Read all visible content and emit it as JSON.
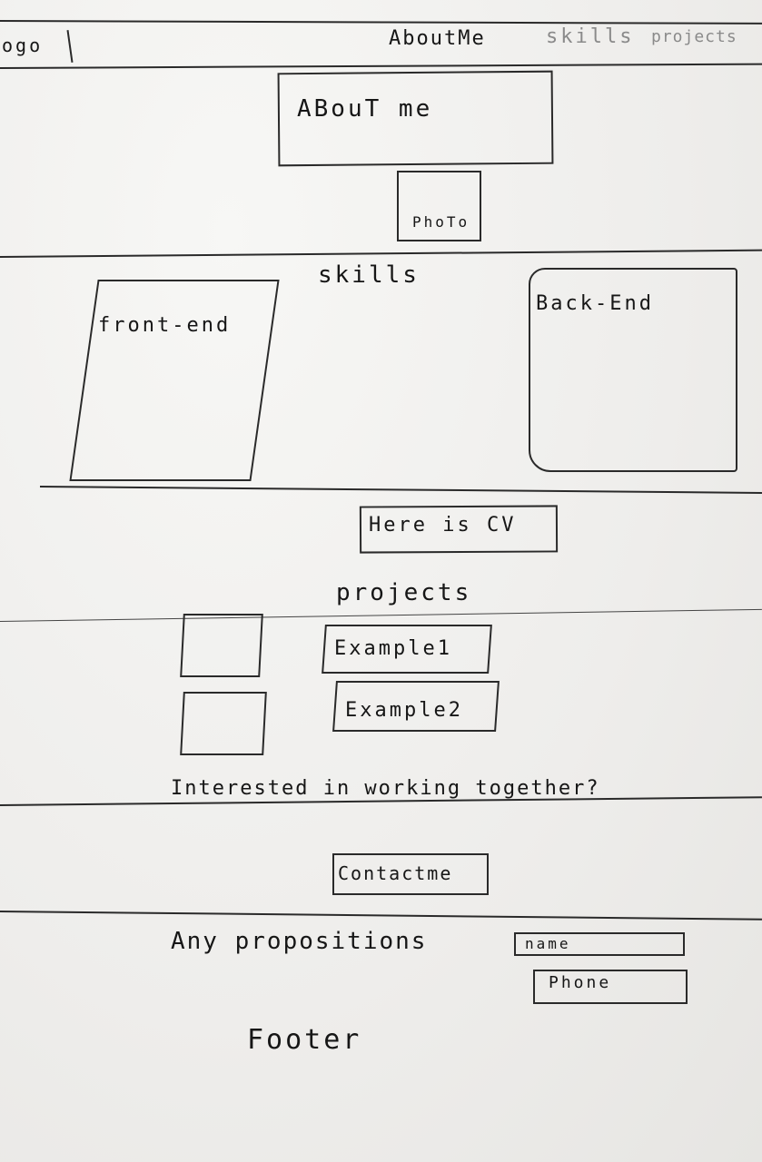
{
  "header": {
    "logo": "ogo",
    "nav": {
      "about": "AboutMe",
      "skills": "skills",
      "projects": "projects"
    }
  },
  "about": {
    "heading": "ABouT me",
    "photo": "PhoTo"
  },
  "skills": {
    "heading": "skills",
    "frontend": "front-end",
    "backend": "Back-End"
  },
  "cv": {
    "button": "Here is CV"
  },
  "projects": {
    "heading": "projects",
    "example1": "Example1",
    "example2": "Example2"
  },
  "contact": {
    "question": "Interested in working together?",
    "button": "Contactme"
  },
  "propositions": {
    "label": "Any propositions",
    "name_field": "name",
    "phone_field": "Phone"
  },
  "footer": {
    "label": "Footer"
  }
}
